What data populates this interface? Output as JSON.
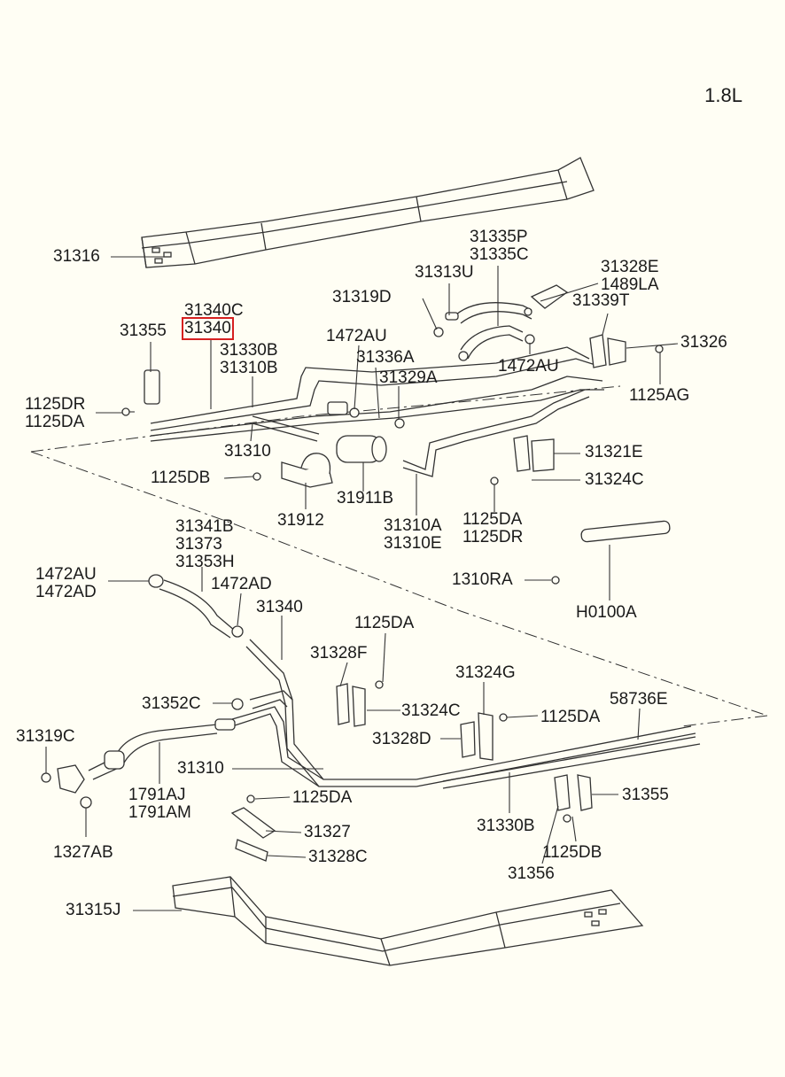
{
  "engine": "1.8L",
  "highlight_color": "#d62020",
  "labels": {
    "p31316": [
      "31316"
    ],
    "p31335": [
      "31335P",
      "31335C"
    ],
    "p31313u": [
      "31313U"
    ],
    "p31328e": [
      "31328E",
      "1489LA"
    ],
    "p31319d": [
      "31319D"
    ],
    "p31339t": [
      "31339T"
    ],
    "p31340c": [
      "31340C"
    ],
    "p31340": [
      "31340"
    ],
    "p31355a": [
      "31355"
    ],
    "p1472au_a": [
      "1472AU"
    ],
    "p31326": [
      "31326"
    ],
    "p31330b_a": [
      "31330B",
      "31310B"
    ],
    "p31336a": [
      "31336A"
    ],
    "p1472au_b": [
      "1472AU"
    ],
    "p31329a": [
      "31329A"
    ],
    "p1125ag": [
      "1125AG"
    ],
    "p1125dr_a": [
      "1125DR",
      "1125DA"
    ],
    "p31310_a": [
      "31310"
    ],
    "p31321e": [
      "31321E"
    ],
    "p1125db_a": [
      "1125DB"
    ],
    "p31324c_a": [
      "31324C"
    ],
    "p31912": [
      "31912"
    ],
    "p31911b": [
      "31911B"
    ],
    "p31310a": [
      "31310A",
      "31310E"
    ],
    "p1125da_a": [
      "1125DA",
      "1125DR"
    ],
    "p31341b": [
      "31341B",
      "31373",
      "31353H"
    ],
    "p1472au_c": [
      "1472AU",
      "1472AD"
    ],
    "p1310ra": [
      "1310RA"
    ],
    "p1472ad": [
      "1472AD"
    ],
    "p31340_b": [
      "31340"
    ],
    "ph0100a": [
      "H0100A"
    ],
    "p1125da_b": [
      "1125DA"
    ],
    "p31328f": [
      "31328F"
    ],
    "p31324g": [
      "31324G"
    ],
    "p31352c": [
      "31352C"
    ],
    "p31324c_b": [
      "31324C"
    ],
    "p58736e": [
      "58736E"
    ],
    "p1125da_c": [
      "1125DA"
    ],
    "p31319c": [
      "31319C"
    ],
    "p31328d": [
      "31328D"
    ],
    "p31310_b": [
      "31310"
    ],
    "p1791aj": [
      "1791AJ",
      "1791AM"
    ],
    "p1125da_d": [
      "1125DA"
    ],
    "p31355b": [
      "31355"
    ],
    "p31330b_b": [
      "31330B"
    ],
    "p31327": [
      "31327"
    ],
    "p1327ab": [
      "1327AB"
    ],
    "p31328c": [
      "31328C"
    ],
    "p1125db_b": [
      "1125DB"
    ],
    "p31356": [
      "31356"
    ],
    "p31315j": [
      "31315J"
    ]
  }
}
